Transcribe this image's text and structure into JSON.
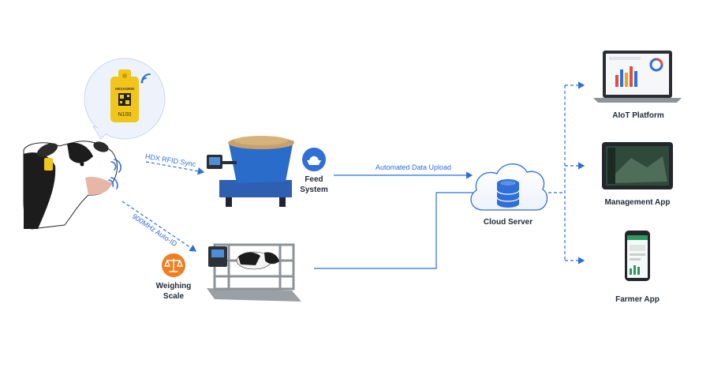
{
  "tag": {
    "brand": "HEXAGRIN",
    "id": "N100"
  },
  "links": {
    "hdx": "HDX RFID Sync",
    "uhf": "900MHz Auto-ID",
    "upload": "Automated Data Upload"
  },
  "nodes": {
    "feed": [
      "Feed",
      "System"
    ],
    "scale": [
      "Weighing",
      "Scale"
    ],
    "cloud": "Cloud Server",
    "aiot": "AIoT Platform",
    "mgmt": "Management App",
    "farmer": "Farmer App"
  },
  "colors": {
    "accent_blue": "#2f6fd6",
    "line_blue": "#2c6fd8",
    "tag_yellow": "#f2c51a",
    "scale_orange": "#f07d1e",
    "text_dark": "#1f2a36"
  },
  "icons": {
    "feed": "feed-bowl-icon",
    "scale": "balance-scale-icon",
    "cloud": "database-icon",
    "wifi": "wifi-signal-icon"
  }
}
